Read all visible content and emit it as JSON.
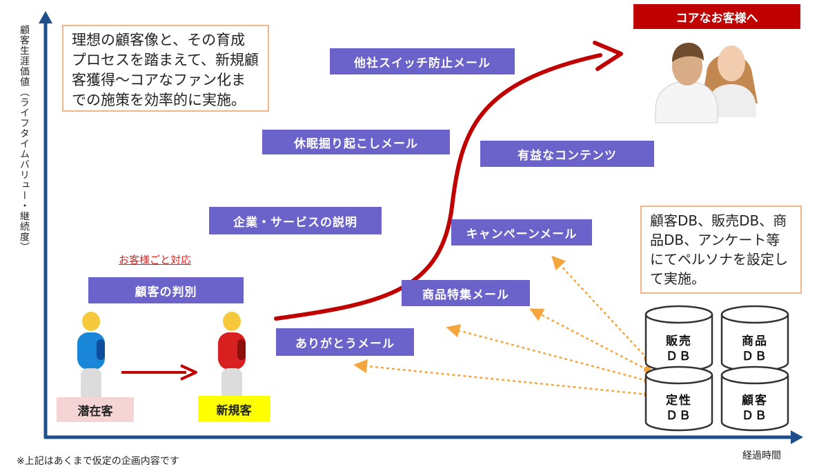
{
  "y_axis_label": "顧客生涯価値（ライフタイムバリュー・継続度）",
  "x_axis_label": "経過時間",
  "footnote": "※上記はあくまで仮定の企画内容です",
  "top_note": "理想の顧客像と、その育成プロセスを踏まえて、新規顧客獲得～コアなファン化までの施策を効率的に実施。",
  "right_note": "顧客DB、販売DB、商品DB、アンケート等にてペルソナを設定して実施。",
  "core_banner": "コアなお客様へ",
  "per_customer": "お客様ごと対応",
  "boxes": {
    "switch_prevention": "他社スイッチ防止メール",
    "dormant_wakeup": "休眠掘り起こしメール",
    "useful_content": "有益なコンテンツ",
    "company_service": "企業・サービスの説明",
    "campaign": "キャンペーンメール",
    "customer_judgement": "顧客の判別",
    "product_feature": "商品特集メール",
    "thank_you": "ありがとうメール"
  },
  "person_labels": {
    "potential": "潜在客",
    "new": "新規客"
  },
  "databases": {
    "sales": "販売\nＤＢ",
    "product": "商品\nＤＢ",
    "attribute": "定性\nＤＢ",
    "customer": "顧客\nＤＢ"
  },
  "colors": {
    "axis": "#1f4e8c",
    "purple_box": "#6b63c9",
    "red_arrow": "#c00000",
    "note_border": "#f2b48a",
    "dotted_arrow": "#f4a63c",
    "potential_bg": "#f4d4d4",
    "new_bg": "#ffff00",
    "banner": "#c00000"
  }
}
